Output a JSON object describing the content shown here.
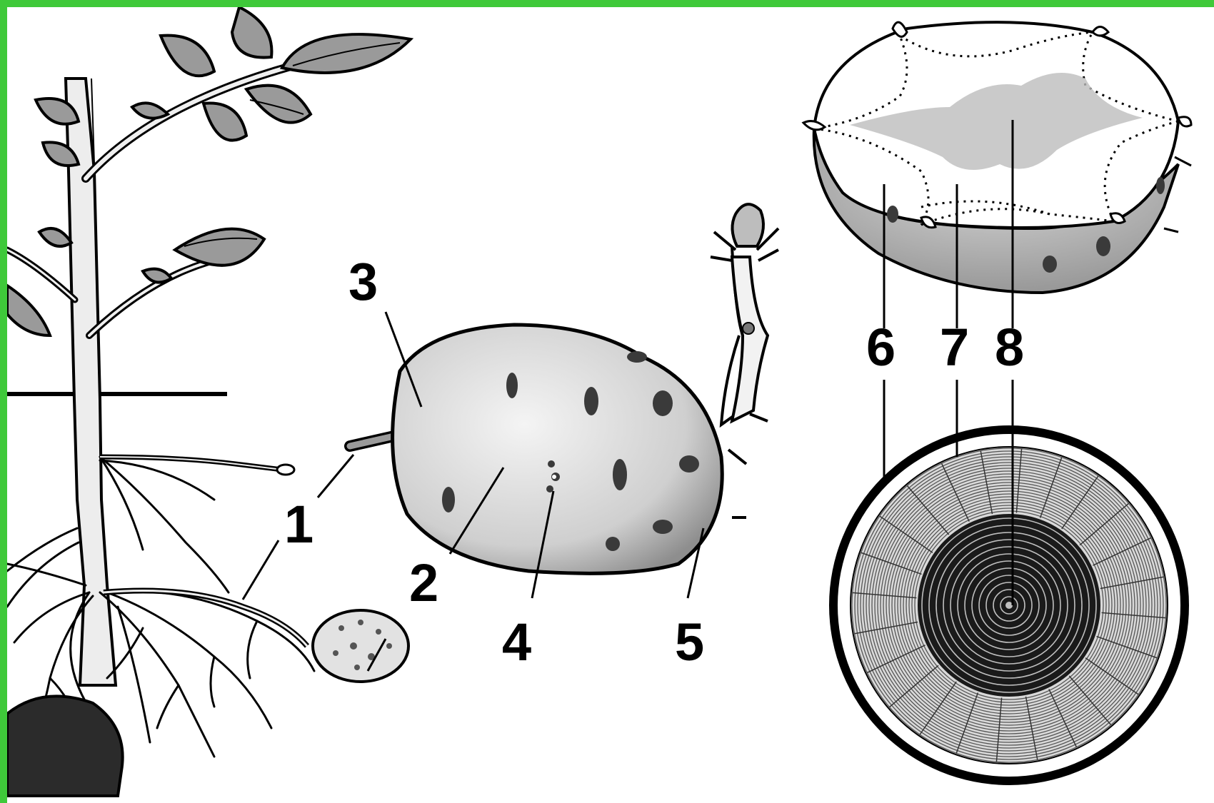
{
  "labels": [
    "1",
    "2",
    "3",
    "4",
    "5",
    "6",
    "7",
    "8"
  ],
  "colors": {
    "border": "#3fc93a",
    "ink": "#000000",
    "paper": "#ffffff",
    "leaf": "#9a9a9a",
    "tuber": "#d6d6d6",
    "heartwood": "#1a1a1a"
  },
  "icons": [
    "leaf-icon",
    "potato-tuber-icon",
    "sprout-icon",
    "tree-ring-icon"
  ]
}
